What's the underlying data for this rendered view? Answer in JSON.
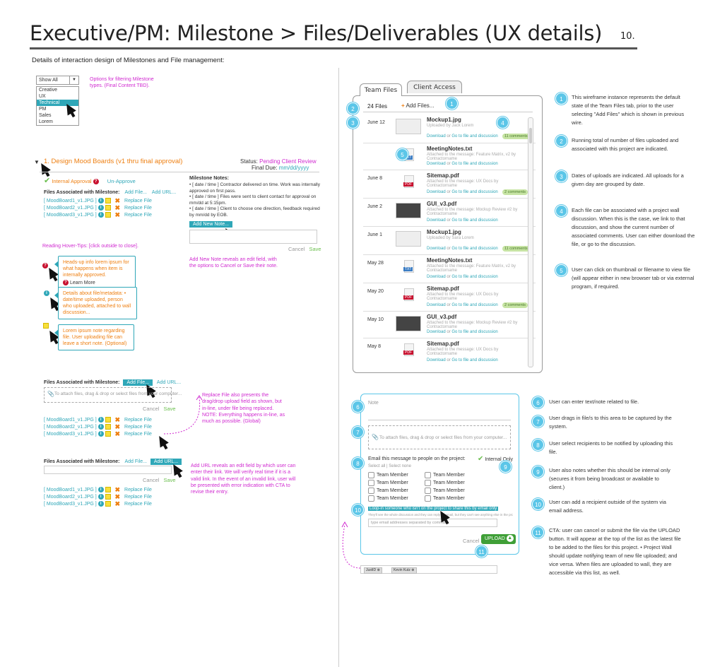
{
  "page": {
    "title": "Executive/PM: Milestone > Files/Deliverables (UX details)",
    "page_number": "10.",
    "subtitle": "Details of interaction design of Milestones and File management:"
  },
  "filter": {
    "selected": "Show All",
    "options": [
      "Creative",
      "UX",
      "Technical",
      "PM",
      "Sales",
      "Lorem"
    ],
    "highlighted": "Technical",
    "note": "Options for filtering Milestone types. (Final Content TBD)."
  },
  "milestone": {
    "title": "1. Design Mood Boards (v1 thru final approval)",
    "status_label": "Status:",
    "status_value": "Pending Client Review",
    "final_due_label": "Final Due:",
    "final_due_value": "mm/dd/yyyy",
    "internal_approval": "Internal Approval",
    "unapprove": "Un-Approve",
    "files_label": "Files Associated with Milestone:",
    "add_file": "Add File...",
    "add_url": "Add URL...",
    "replace_file": "Replace File",
    "files": [
      "[ MoodBoard1_v1.JPG ]",
      "[ MoodBoard2_v1.JPG ]",
      "[ MoodBoard3_v1.JPG ]"
    ],
    "notes_label": "Milestone Notes:",
    "notes": [
      "• [ date / time ] Contractor delivered on time. Work was internally approved on first pass.",
      "• [ date / time ] Files were sent to client contact for approval on mm/dd at 5:15pm.",
      "• [ date / time ] Client to choose one direction, feedback required by mm/dd by EOB."
    ],
    "add_note": "Add New Note...",
    "cancel": "Cancel",
    "save": "Save",
    "add_note_note": "Add New Note reveals an edit field, with the options to Cancel or Save their note."
  },
  "hover_tips": {
    "heading": "Reading Hover-Tips: [click outside to close].",
    "tip1": "Heads-up info lorem ipsum for what happens when item is internally approved.",
    "tip1_link": "Learn More",
    "tip2": "Details about file/metadata: • date/time uploaded, person who uploaded, attached to wall discussion...",
    "tip3": "Lorem ipsum note regarding file. User uploading file can leave a short note. (Optional)"
  },
  "upload_section": {
    "drop_text": "To attach files, drag & drop or select files from your computer...",
    "replace_note": "Replace File also presents the drag/drop upload field as shown, but in-line, under file being replaced. NOTE: Everything happens in-line, as much as possible. (Global)",
    "url_note": "Add URL reveals an edit field by which user can enter their link. We will verify real time if it is a valid link. In the event of an invalid link, user will be presented with error indication with CTA to revise their entry."
  },
  "team_files": {
    "tab_files": "Team Files",
    "tab_access": "Client Access",
    "count": "24 Files",
    "add_files": "Add Files...",
    "download": "Download",
    "or": "or",
    "goto": "Go to file and discussion",
    "items": [
      {
        "date": "June 12",
        "name": "Mockup1.jpg",
        "sub": "Uploaded by Jack Lorem",
        "comments": "11 comments",
        "kind": "img"
      },
      {
        "date": "",
        "name": "MeetingNotes.txt",
        "sub": "Attached to the message: Feature Matrix, v2 by Contractorname",
        "comments": "",
        "kind": "txt"
      },
      {
        "date": "June 8",
        "name": "Sitemap.pdf",
        "sub": "Attached to the message: UX Docs by Contractorname",
        "comments": "2 comments",
        "kind": "pdf"
      },
      {
        "date": "June 2",
        "name": "GUI_v3.pdf",
        "sub": "Attached to the message: Mockup Review #2 by Contractorname",
        "comments": "",
        "kind": "gui"
      },
      {
        "date": "June 1",
        "name": "Mockup1.jpg",
        "sub": "Uploaded by Sara Lorem",
        "comments": "11 comments",
        "kind": "img"
      },
      {
        "date": "May 28",
        "name": "MeetingNotes.txt",
        "sub": "Attached to the message: Feature Matrix, v2 by Contractorname",
        "comments": "",
        "kind": "txt"
      },
      {
        "date": "May 20",
        "name": "Sitemap.pdf",
        "sub": "Attached to the message: UX Docs by Contractorname",
        "comments": "2 comments",
        "kind": "pdf"
      },
      {
        "date": "May 10",
        "name": "GUI_v3.pdf",
        "sub": "Attached to the message: Mockup Review #2 by Contractorname",
        "comments": "",
        "kind": "gui"
      },
      {
        "date": "May 8",
        "name": "Sitemap.pdf",
        "sub": "Attached to the message: UX Docs by Contractorname",
        "comments": "",
        "kind": "pdf"
      }
    ]
  },
  "annotations_top": [
    "This wireframe instance represents the default state of the Team Files tab, prior to the user selecting \"Add Files\" which is shown in previous wire.",
    "Running total of number of files uploaded and associated with this project are indicated.",
    "Dates of uploads are indicated. All uploads for a given day are grouped by date.",
    "Each file can be associated with a project wall discussion. When this is the case, we link to that discussion, and show the current number of associated comments. User can either download the file, or go to the discussion.",
    "User can click on thumbnail or filename to view file (will appear either in new browser tab or via external program, if required."
  ],
  "upload_form": {
    "note_label": "Note",
    "drop_text": "To attach files, drag & drop or select files from your computer...",
    "email_label": "Email this message to people on the project:",
    "internal_only": "Internal Only",
    "select": "Select all | Select none",
    "member": "Team Member",
    "loop_in": "Loop-in someone who isn't on the project to share this by email only",
    "loop_sub": "They'll see the whole discussion and they can reply by email, but they can't see anything else in the project",
    "email_placeholder": "type email addresses separated by commas",
    "cancel": "Cancel",
    "upload": "UPLOAD",
    "tokens": [
      "JustID",
      "Kevin Kutz"
    ]
  },
  "annotations_bottom": [
    "User can enter text/note related to file.",
    "User drags in file/s to this area to be captured by the system.",
    "User select recipients to be notified by uploading this file.",
    "User also notes whether this should be internal only (secures it from being broadcast or available to client.)",
    "User can add a recipient outside of the system via email address.",
    "CTA: user can cancel or submit the file via the UPLOAD button. It will appear at the top of the list as the latest file to be added to the files for this project. • Project Wall should update notifying team of new file uploaded; and vice versa. When files are uploaded to wall, they are accessible via this list, as well."
  ],
  "colors": {
    "magenta": "#d02ad0",
    "orange": "#ee7f11",
    "teal": "#2fa7b8",
    "green": "#6bbf4e",
    "badge": "#5bc6e8"
  }
}
